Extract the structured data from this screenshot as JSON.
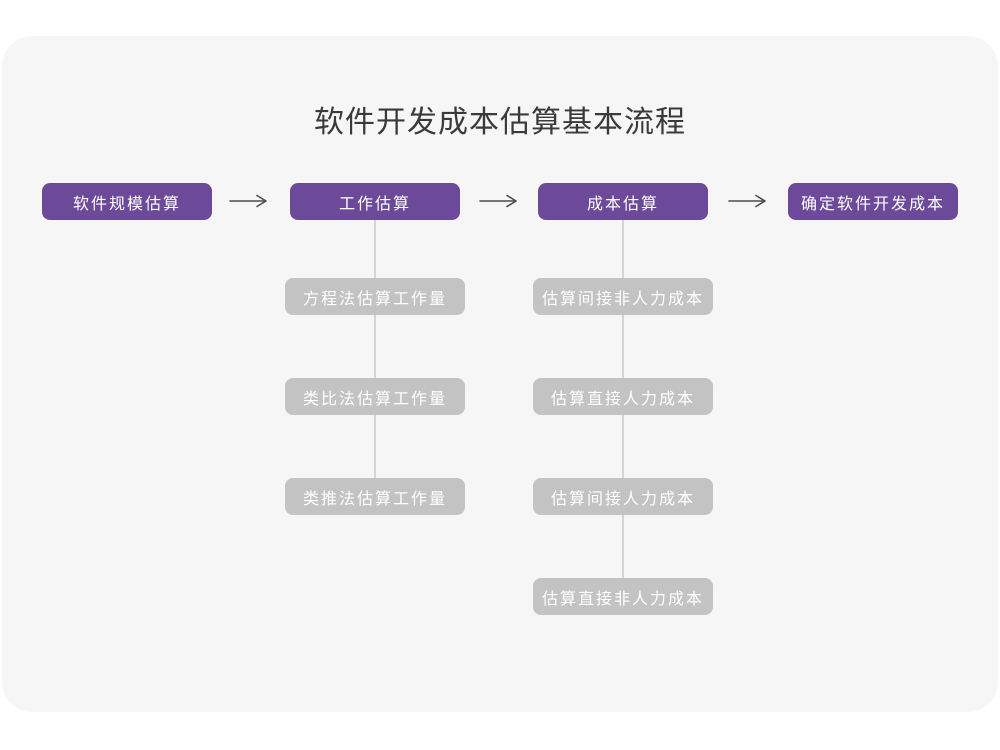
{
  "title": "软件开发成本估算基本流程",
  "colors": {
    "accent": "#6c4a99",
    "gray_node": "#c3c3c3",
    "card_bg": "#f6f6f6",
    "connector": "#d5d5d5",
    "arrow": "#4b4b4b",
    "title_text": "#3a3a3a",
    "node_text": "#ffffff"
  },
  "flow": {
    "main_steps": [
      {
        "label": "软件规模估算"
      },
      {
        "label": "工作估算"
      },
      {
        "label": "成本估算"
      },
      {
        "label": "确定软件开发成本"
      }
    ],
    "sub_steps": {
      "work_estimation": [
        "方程法估算工作量",
        "类比法估算工作量",
        "类推法估算工作量"
      ],
      "cost_estimation": [
        "估算间接非人力成本",
        "估算直接人力成本",
        "估算间接人力成本",
        "估算直接非人力成本"
      ]
    }
  }
}
